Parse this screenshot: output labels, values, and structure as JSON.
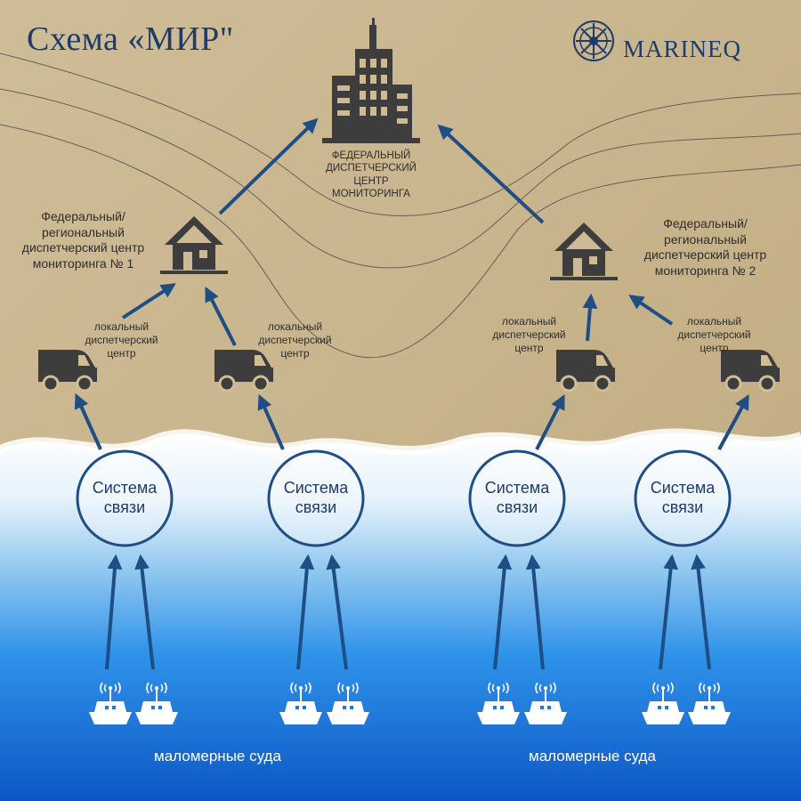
{
  "header": {
    "title": "Схема «МИР\"",
    "brand": "MARINEQ"
  },
  "nodes": {
    "federal_center": "ФЕДЕРАЛЬНЫЙ ДИСПЕТЧЕРСКИЙ ЦЕНТР МОНИТОРИНГА",
    "regional_center_1": "Федеральный/ региональный диспетчерский центр мониторинга № 1",
    "regional_center_2": "Федеральный/ региональный диспетчерский центр мониторинга № 2",
    "local_center": "локальный диспетчерский центр",
    "comm_system": "Система связи",
    "vessels": "маломерные суда"
  },
  "colors": {
    "arrow": "#1f4e85",
    "icon": "#3d3d3d",
    "circle_border": "#1f4e85",
    "sand": "#c9b68f",
    "sea": "#1e7fe0"
  },
  "icons": [
    "office-buildings-icon",
    "house-icon",
    "van-icon",
    "boat-antenna-icon",
    "marineq-logo-icon"
  ]
}
